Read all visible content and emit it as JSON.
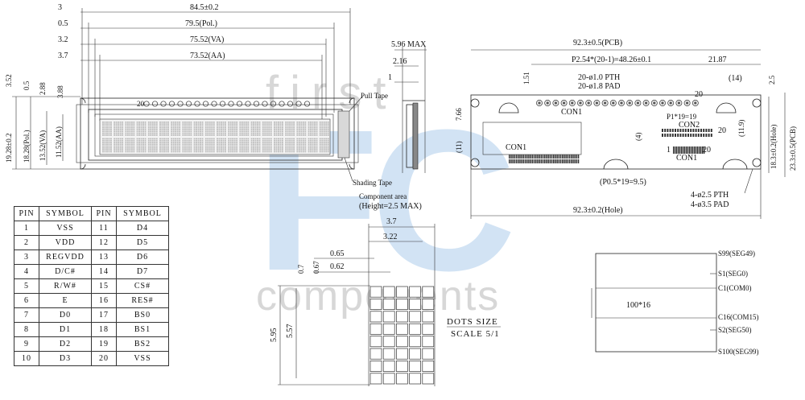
{
  "watermark": {
    "word_top": "first",
    "letters": "FC",
    "word_bottom": "components"
  },
  "front_view": {
    "dims": {
      "d_3": "3",
      "d_845": "84.5±0.2",
      "d_05": "0.5",
      "d_795": "79.5(Pol.)",
      "d_32": "3.2",
      "d_7552": "75.52(VA)",
      "d_37": "3.7",
      "d_7352": "73.52(AA)",
      "v_352": "3.52",
      "v_05": "0.5",
      "v_288": "2.88",
      "v_388": "3.88",
      "v_1928": "19.28±0.2",
      "v_1828": "18.28(Pol.)",
      "v_1352": "13.52(VA)",
      "v_1152": "11.52(AA)"
    },
    "pin20_label": "20",
    "pull_tape": "Pull Tape",
    "shading_tape": "Shading Tape",
    "component_area": "Component area",
    "component_height": "(Height=2.5 MAX)"
  },
  "side_view": {
    "d_596": "5.96 MAX",
    "d_216": "2.16",
    "d_1": "1"
  },
  "back_view": {
    "d_923_pcb": "92.3±0.5(PCB)",
    "d_151": "1.51",
    "d_pitch": "P2.54*(20-1)=48.26±0.1",
    "d_2187": "21.87",
    "pth": "20-ø1.0 PTH",
    "pad": "20-ø1.8 PAD",
    "d_14": "(14)",
    "d_25": "2.5",
    "d_766": "7.66",
    "d_p1": "P1*19=19",
    "d_119": "(11.9)",
    "d_4": "(4)",
    "d_11": "(11)",
    "d_183": "18.3±0.2(Hole)",
    "d_233": "23.3±0.5(PCB)",
    "d_p05": "(P0.5*19=9.5)",
    "hole_pth": "4-ø2.5 PTH",
    "hole_pad": "4-ø3.5 PAD",
    "d_923_hole": "92.3±0.2(Hole)",
    "con1": "CON1",
    "con2": "CON2",
    "n1": "1",
    "n20": "20",
    "n20b": "20"
  },
  "pin_table": {
    "headers": [
      "PIN",
      "SYMBOL",
      "PIN",
      "SYMBOL"
    ],
    "rows": [
      [
        "1",
        "VSS",
        "11",
        "D4"
      ],
      [
        "2",
        "VDD",
        "12",
        "D5"
      ],
      [
        "3",
        "REGVDD",
        "13",
        "D6"
      ],
      [
        "4",
        "D/C#",
        "14",
        "D7"
      ],
      [
        "5",
        "R/W#",
        "15",
        "CS#"
      ],
      [
        "6",
        "E",
        "16",
        "RES#"
      ],
      [
        "7",
        "D0",
        "17",
        "BS0"
      ],
      [
        "8",
        "D1",
        "18",
        "BS1"
      ],
      [
        "9",
        "D2",
        "19",
        "BS2"
      ],
      [
        "10",
        "D3",
        "20",
        "VSS"
      ]
    ]
  },
  "dots": {
    "d_37": "3.7",
    "d_322": "3.22",
    "d_065": "0.65",
    "d_062": "0.62",
    "d_07": "0.7",
    "d_067": "0.67",
    "d_595": "5.95",
    "d_557": "5.57",
    "title": "DOTS SIZE",
    "scale": "SCALE 5/1"
  },
  "matrix": {
    "label": "100*16",
    "s99": "S99(SEG49)",
    "s1": "S1(SEG0)",
    "c1": "C1(COM0)",
    "c16": "C16(COM15)",
    "s2": "S2(SEG50)",
    "s100": "S100(SEG99)"
  }
}
